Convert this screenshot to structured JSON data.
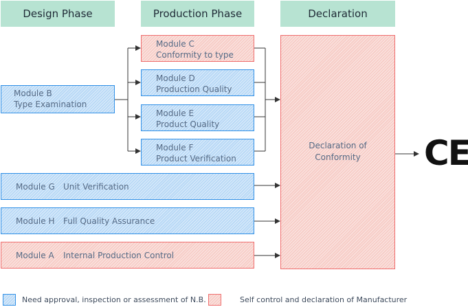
{
  "headers": {
    "design": "Design Phase",
    "production": "Production Phase",
    "declaration": "Declaration"
  },
  "modules": {
    "b": {
      "line1": "Module B",
      "line2": "Type Examination"
    },
    "c": {
      "line1": "Module C",
      "line2": "Conformity to type"
    },
    "d": {
      "line1": "Module D",
      "line2": "Production Quality"
    },
    "e": {
      "line1": "Module E",
      "line2": "Product Quality"
    },
    "f": {
      "line1": "Module F",
      "line2": "Product Verification"
    },
    "g": {
      "module": "Module G",
      "name": "Unit Verification"
    },
    "h": {
      "module": "Module H",
      "name": "Full Quality Assurance"
    },
    "a": {
      "module": "Module A",
      "name": "Internal Production Control"
    }
  },
  "declaration_box": {
    "line1": "Declaration of",
    "line2": "Conformity"
  },
  "ce_mark": "CE",
  "legend": {
    "blue": {
      "label": "Need approval, inspection or assessment of N.B.",
      "color": "#2f8fe6"
    },
    "pink": {
      "label": "Self control and declaration of Manufacturer",
      "color": "#ef6d6d"
    }
  }
}
